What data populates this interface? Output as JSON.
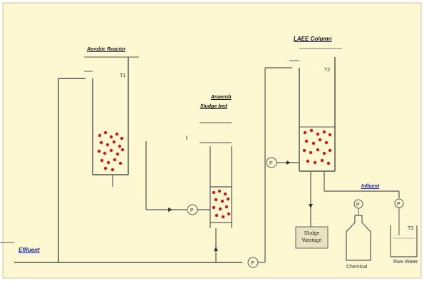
{
  "labels": {
    "aerobic_reactor": "Aerobic Reactor",
    "anaerobic_sludge_bed_line1": "Anaerob",
    "anaerobic_sludge_bed_line2": "Sludge bed",
    "column": "LAEE Column",
    "effluent": "Effluent",
    "influent": "Influent",
    "sludge_wastage_line1": "Sludge",
    "sludge_wastage_line2": "Wastage",
    "chemical": "Chemical",
    "raw_water": "Raw Water"
  },
  "pump_symbols": {
    "p1": "P",
    "p2": "P",
    "p3": "P",
    "p4": "P",
    "p5": "P"
  },
  "gauge_symbols": {
    "t1": "T1",
    "t2": "T2",
    "t3": "T3"
  },
  "colors": {
    "background": "#fdf7d2",
    "line": "#555555",
    "pellet": "#d01818",
    "label_blue": "#1a2a8a"
  }
}
